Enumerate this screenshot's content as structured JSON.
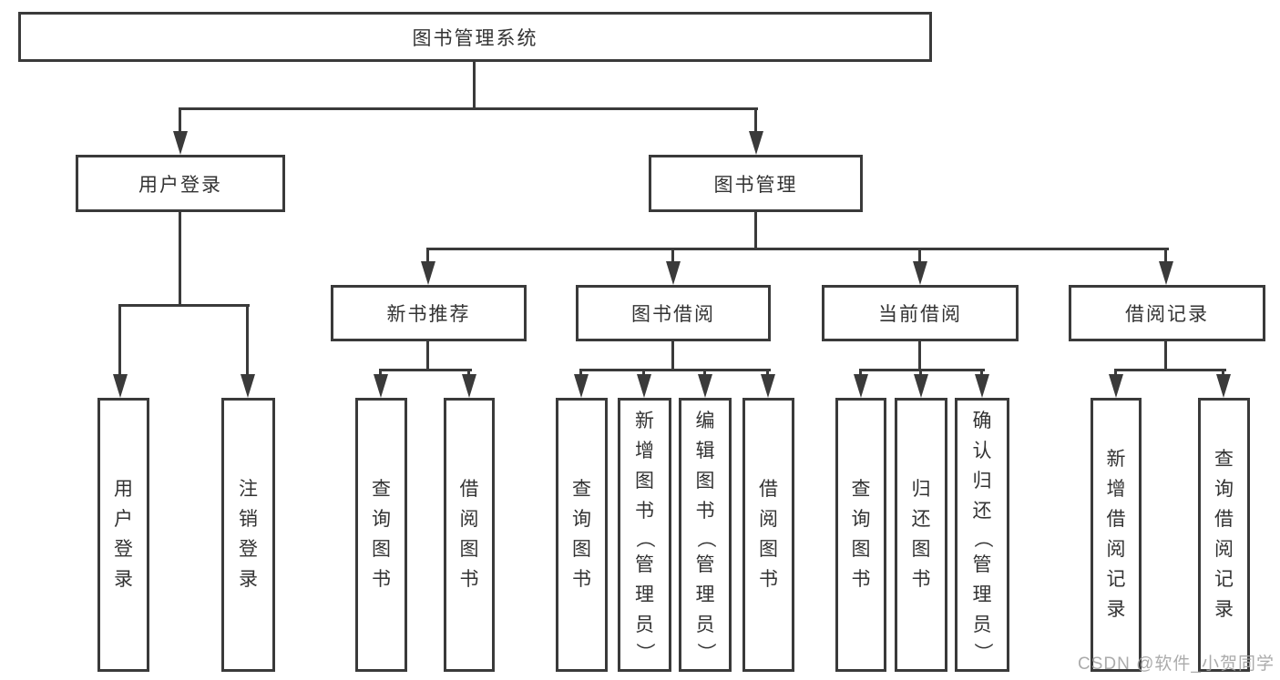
{
  "diagram": {
    "root": {
      "label": "图书管理系统"
    },
    "level1": [
      {
        "label": "用户登录"
      },
      {
        "label": "图书管理"
      }
    ],
    "level2": [
      {
        "label": "新书推荐"
      },
      {
        "label": "图书借阅"
      },
      {
        "label": "当前借阅"
      },
      {
        "label": "借阅记录"
      }
    ],
    "leaves": [
      {
        "label": "用户登录",
        "parent": "用户登录"
      },
      {
        "label": "注销登录",
        "parent": "用户登录"
      },
      {
        "label": "查询图书",
        "parent": "新书推荐"
      },
      {
        "label": "借阅图书",
        "parent": "新书推荐"
      },
      {
        "label": "查询图书",
        "parent": "图书借阅"
      },
      {
        "label": "新增图书（管理员）",
        "parent": "图书借阅"
      },
      {
        "label": "编辑图书（管理员）",
        "parent": "图书借阅"
      },
      {
        "label": "借阅图书",
        "parent": "图书借阅"
      },
      {
        "label": "查询图书",
        "parent": "当前借阅"
      },
      {
        "label": "归还图书",
        "parent": "当前借阅"
      },
      {
        "label": "确认归还（管理员）",
        "parent": "当前借阅"
      },
      {
        "label": "新增借阅记录",
        "parent": "借阅记录"
      },
      {
        "label": "查询借阅记录",
        "parent": "借阅记录"
      }
    ]
  },
  "watermark": {
    "text": "CSDN @软件_小贺同学",
    "color": "#a3a3a3"
  },
  "colors": {
    "line": "#3a3a3a",
    "text": "#333333",
    "background": "#ffffff"
  }
}
